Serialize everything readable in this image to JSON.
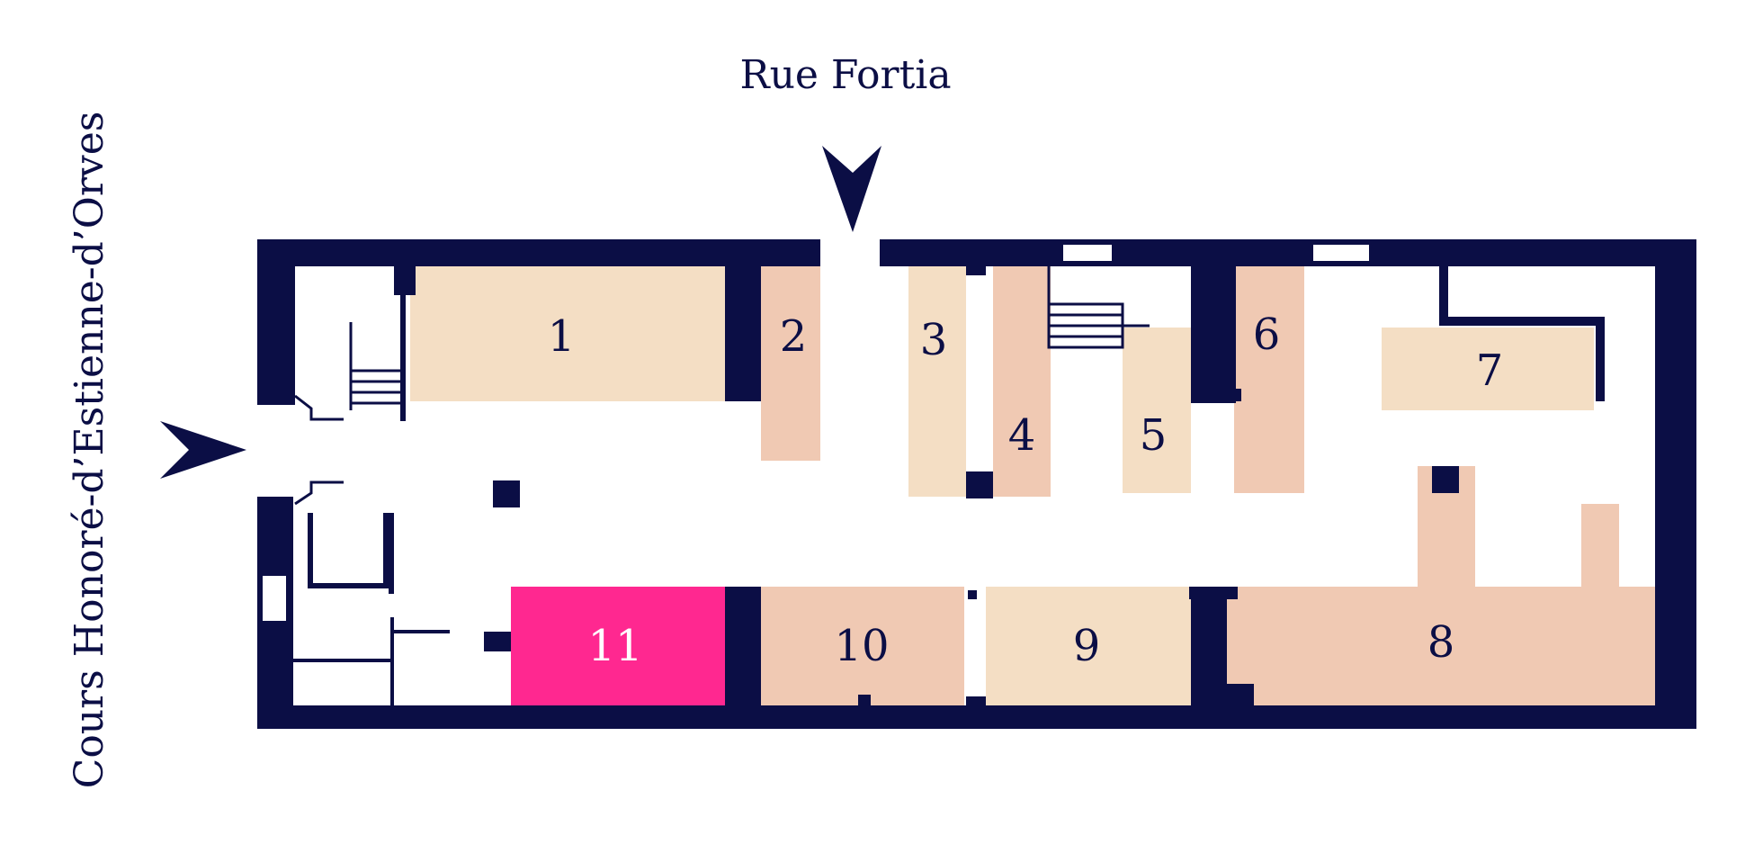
{
  "colors": {
    "wall": "#0b0e45",
    "room_light": "#f4dec4",
    "room_medium": "#f0c9b3",
    "room_highlight": "#ff2890",
    "label_dark": "#0b0e45",
    "label_light": "#ffffff",
    "background": "#ffffff"
  },
  "streets": {
    "top": "Rue Fortia",
    "left": "Cours Honoré-d’Estienne-d’Orves"
  },
  "entrances": [
    {
      "street": "Rue Fortia",
      "icon": "arrow-down-icon"
    },
    {
      "street": "Cours Honoré-d’Estienne-d’Orves",
      "icon": "arrow-right-icon"
    }
  ],
  "rooms": [
    {
      "number": "1",
      "tone": "light"
    },
    {
      "number": "2",
      "tone": "medium"
    },
    {
      "number": "3",
      "tone": "light"
    },
    {
      "number": "4",
      "tone": "medium"
    },
    {
      "number": "5",
      "tone": "light"
    },
    {
      "number": "6",
      "tone": "medium"
    },
    {
      "number": "7",
      "tone": "light"
    },
    {
      "number": "8",
      "tone": "medium"
    },
    {
      "number": "9",
      "tone": "light"
    },
    {
      "number": "10",
      "tone": "medium"
    },
    {
      "number": "11",
      "tone": "highlight"
    }
  ]
}
